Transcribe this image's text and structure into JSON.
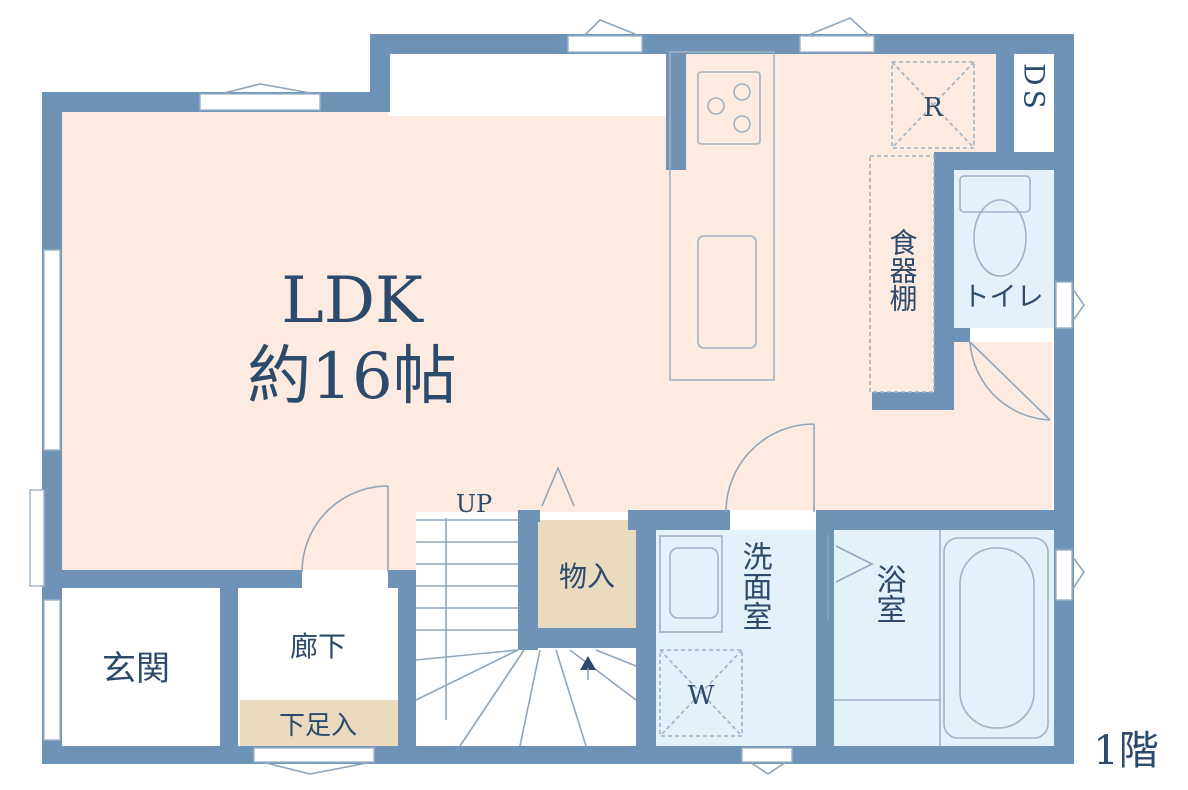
{
  "floor_label": "1階",
  "rooms": {
    "ldk_name": "LDK",
    "ldk_size": "約16帖",
    "genkan": "玄関",
    "rouka": "廊下",
    "shoe_storage": "下足入",
    "storage": "物入",
    "washroom": "洗面室",
    "bathroom": "浴室",
    "toilet": "トイレ",
    "cupboard": "食器棚",
    "ds": "DS",
    "refrigerator": "R",
    "washer": "W"
  },
  "stairs": {
    "label": "UP"
  },
  "colors": {
    "wall": "#6f93b7",
    "ldk_floor": "#fdebe1",
    "wet_floor": "#e2f1fa",
    "storage_floor": "#eadbbf",
    "text": "#2c4a6b",
    "white": "#ffffff"
  }
}
